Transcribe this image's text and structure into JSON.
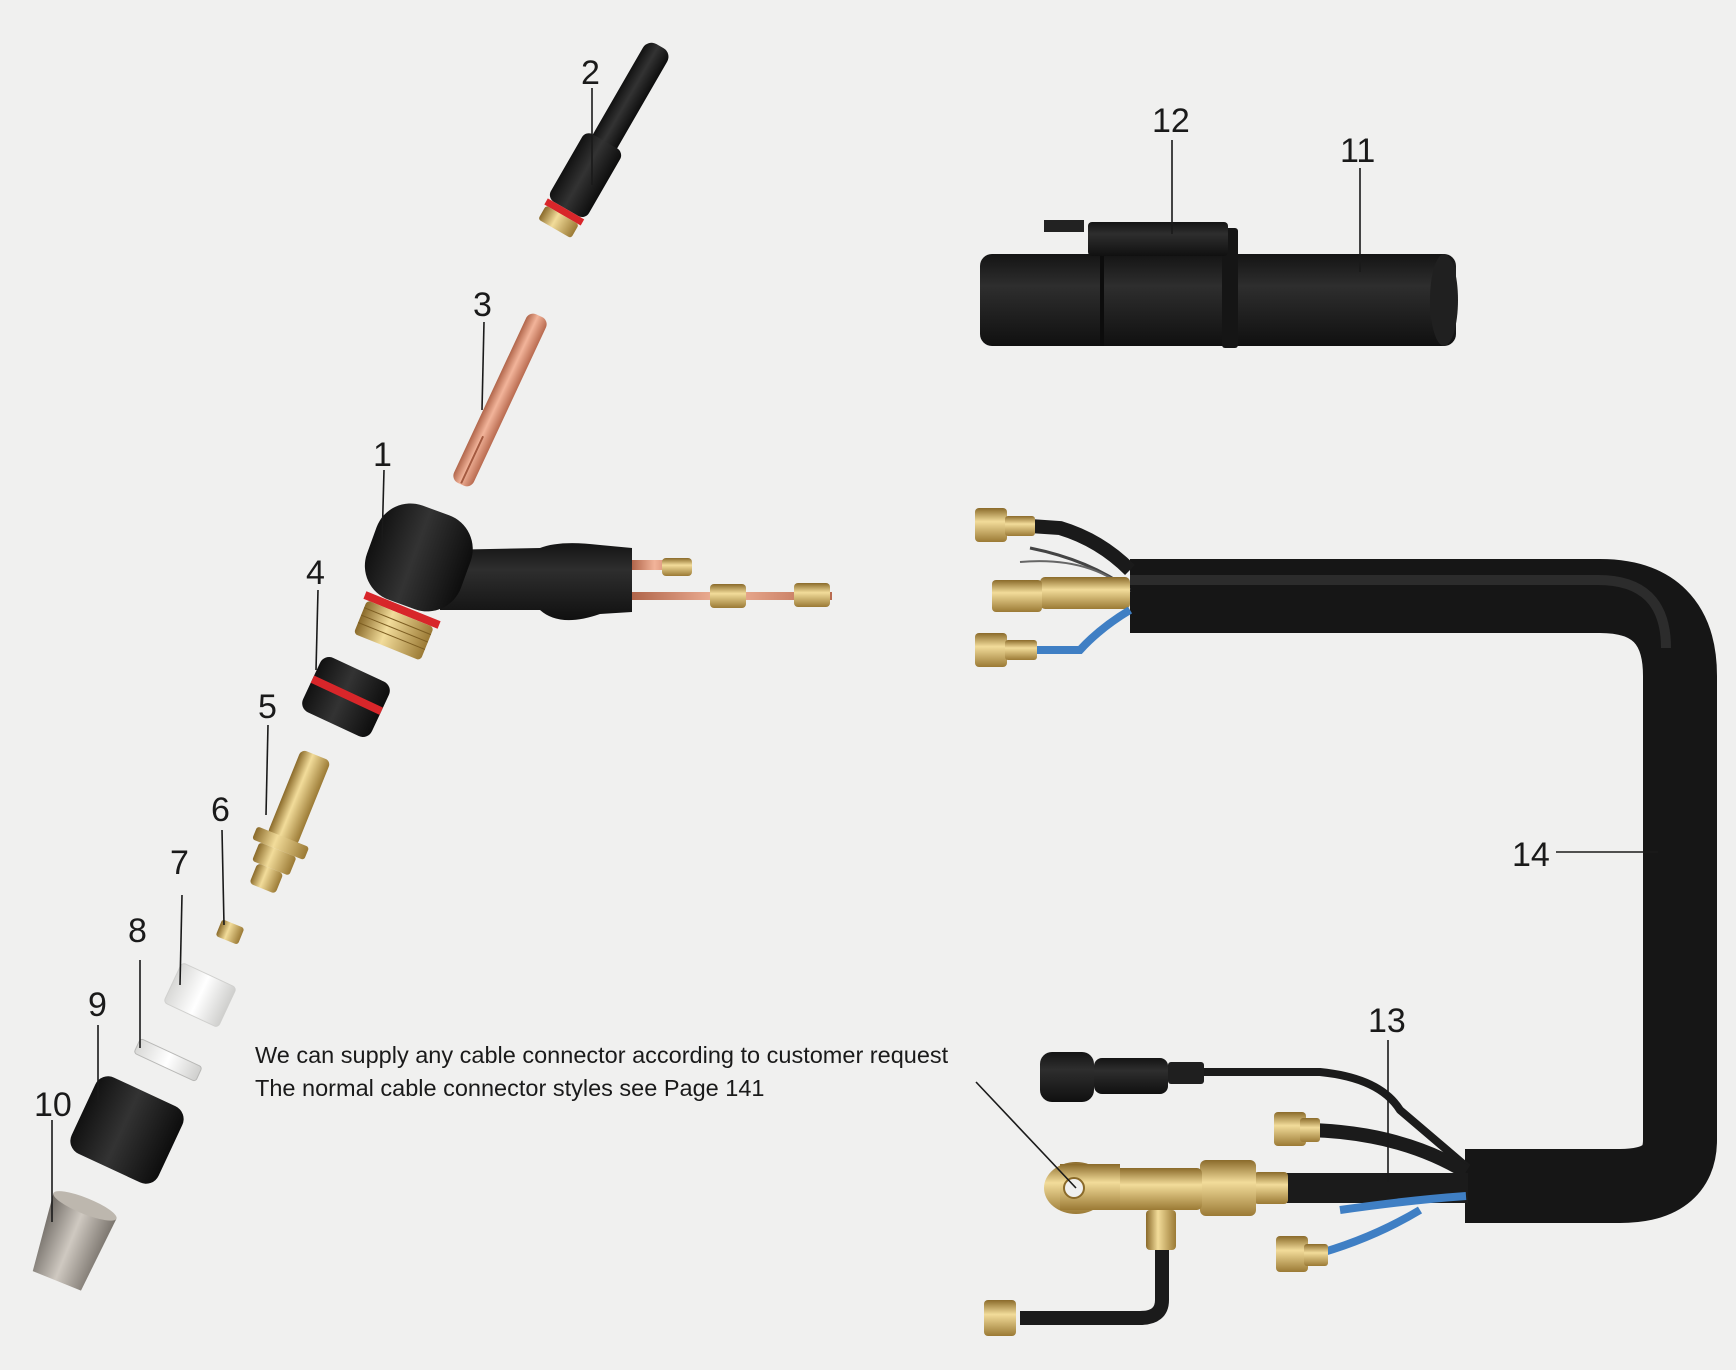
{
  "callouts": {
    "p1": "1",
    "p2": "2",
    "p3": "3",
    "p4": "4",
    "p5": "5",
    "p6": "6",
    "p7": "7",
    "p8": "8",
    "p9": "9",
    "p10": "10",
    "p11": "11",
    "p12": "12",
    "p13": "13",
    "p14": "14"
  },
  "note": {
    "line1": "We can supply any cable connector according to customer request",
    "line2": "The normal cable connector styles see Page 141"
  },
  "colors": {
    "background": "#f0f0ef",
    "rubber": "#1b1b1b",
    "brass": "#c9a85a",
    "copper": "#d98b6e",
    "red_ring": "#d8262a",
    "blue_hose": "#3f7fc4",
    "ceramic": "#a09a92",
    "white_part": "#f7f7f5"
  }
}
